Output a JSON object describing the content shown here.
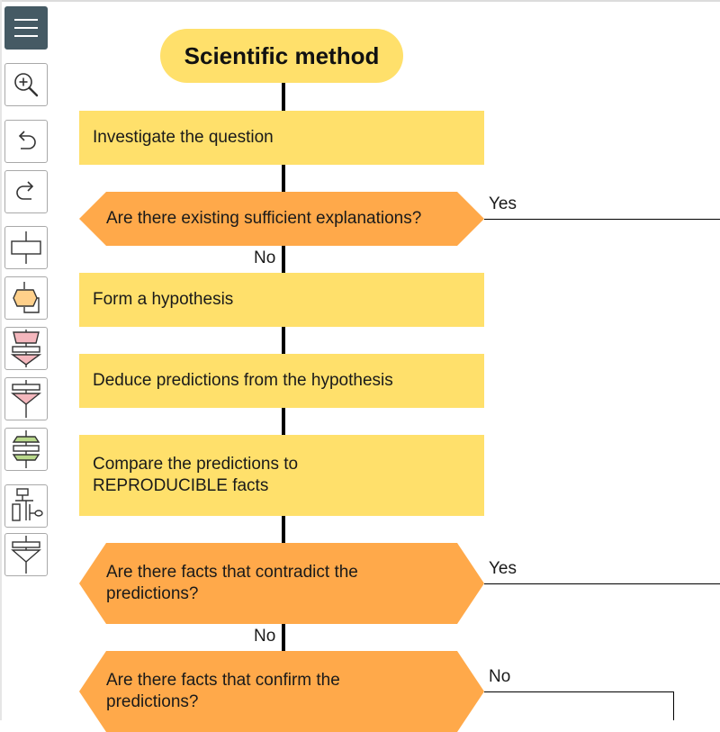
{
  "toolbar": {
    "items": [
      {
        "name": "menu",
        "icon": "hamburger-icon"
      },
      {
        "name": "zoom-in",
        "icon": "zoom-in-icon"
      },
      {
        "name": "undo",
        "icon": "undo-icon"
      },
      {
        "name": "redo",
        "icon": "redo-icon"
      },
      {
        "name": "add-process",
        "icon": "process-shape-icon"
      },
      {
        "name": "add-decision",
        "icon": "decision-shape-icon"
      },
      {
        "name": "add-loop-start",
        "icon": "loop-start-shape-icon"
      },
      {
        "name": "add-loop-end",
        "icon": "loop-end-shape-icon"
      },
      {
        "name": "add-parallel",
        "icon": "parallel-shape-icon"
      },
      {
        "name": "add-subprocess",
        "icon": "subprocess-shape-icon"
      },
      {
        "name": "add-end",
        "icon": "end-shape-icon"
      }
    ]
  },
  "flowchart": {
    "title": "Scientific method",
    "steps": {
      "investigate": "Investigate the question",
      "existing_explanations": "Are there existing sufficient explanations?",
      "hypothesis": "Form a hypothesis",
      "deduce": "Deduce predictions from the hypothesis",
      "compare": "Compare the predictions to REPRODUCIBLE facts",
      "contradict": "Are there facts that contradict the predictions?",
      "confirm": "Are there facts that confirm the predictions?"
    },
    "edges": {
      "existing_yes": "Yes",
      "existing_no": "No",
      "contradict_yes": "Yes",
      "contradict_no": "No",
      "confirm_no": "No"
    }
  },
  "colors": {
    "process_fill": "#ffe06b",
    "decision_fill": "#ffa94a",
    "toolbar_menu": "#455a64",
    "loop_pink": "#f4b7bd",
    "parallel_green": "#b9d98b"
  }
}
